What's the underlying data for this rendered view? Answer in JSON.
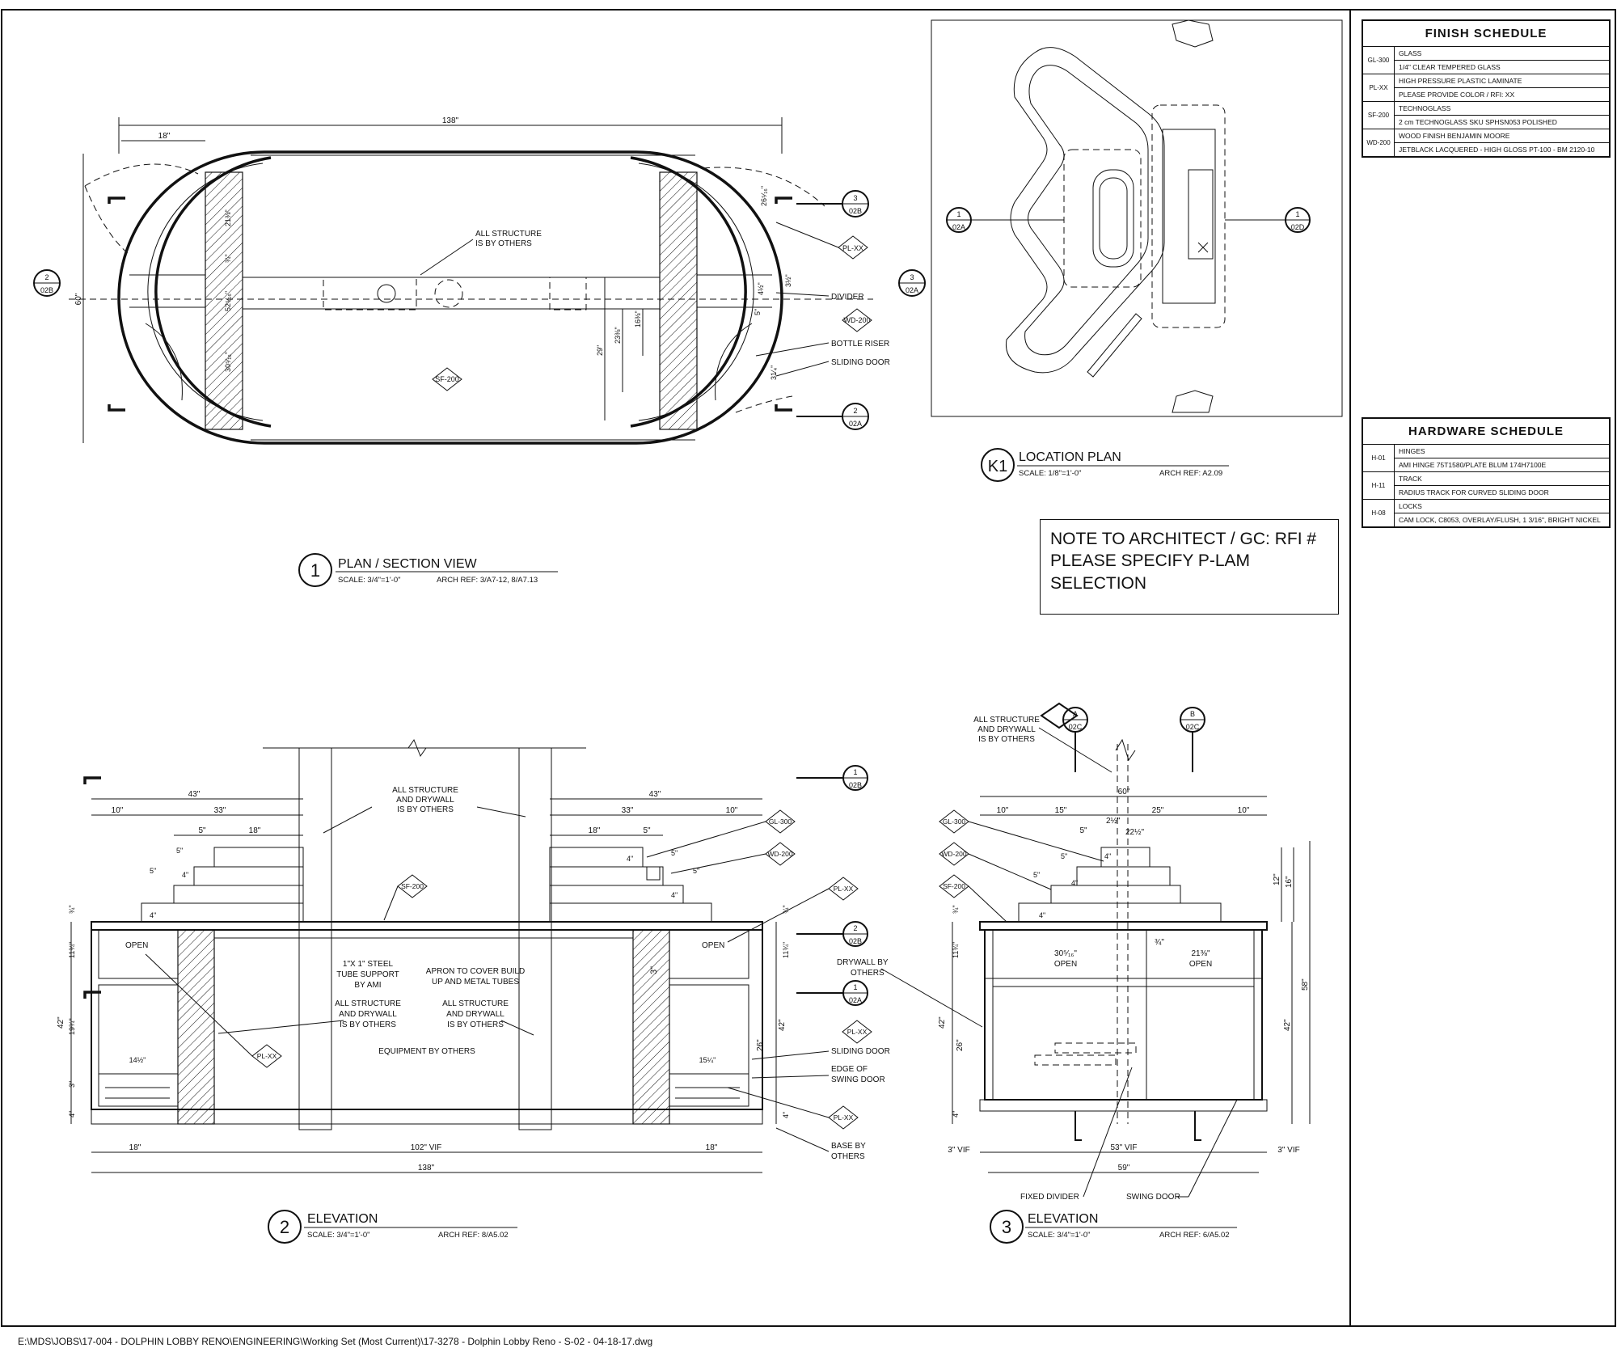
{
  "plan_view": {
    "title": "PLAN / SECTION VIEW",
    "number": "1",
    "scale": "SCALE: 3/4\"=1'-0\"",
    "arch_ref": "ARCH REF: 3/A7-12, 8/A7.13",
    "dims": {
      "overall": "138\"",
      "end": "18\"",
      "depth": "60\"",
      "d1": "21⅜\"",
      "d2": "52⁵⁄₁₆\"",
      "d3": "30⁵⁄₁₆\"",
      "d4": "29\"",
      "d5": "23⅜\"",
      "d6": "16⅜\"",
      "d7": "5\"",
      "d8": "31⁄₄\"",
      "d9": "26⁵⁄₁₆\"",
      "d10": "¾\"",
      "d11": "3½\"",
      "d12": "4½\""
    },
    "notes": {
      "structure": "ALL STRUCTURE",
      "structure2": "IS BY OTHERS",
      "divider": "DIVIDER",
      "riser": "BOTTLE RISER",
      "door": "SLIDING DOOR"
    },
    "tags": {
      "pl": "PL-XX",
      "wd": "WD-200",
      "sf": "SF-200"
    },
    "sections": [
      {
        "num": "2",
        "sheet": "02B"
      },
      {
        "num": "3",
        "sheet": "02B"
      },
      {
        "num": "3",
        "sheet": "02A"
      },
      {
        "num": "2",
        "sheet": "02A"
      }
    ]
  },
  "location_plan": {
    "tag": "K1",
    "title": "LOCATION PLAN",
    "scale": "SCALE: 1/8\"=1'-0\"",
    "arch_ref": "ARCH REF: A2.09",
    "sections": [
      {
        "num": "1",
        "sheet": "02A"
      },
      {
        "num": "1",
        "sheet": "02D"
      }
    ]
  },
  "note": {
    "line1": "NOTE TO ARCHITECT / GC:  RFI #",
    "line2": "PLEASE SPECIFY P-LAM SELECTION"
  },
  "elevation2": {
    "title": "ELEVATION",
    "number": "2",
    "scale": "SCALE: 3/4\"=1'-0\"",
    "arch_ref": "ARCH REF: 8/A5.02",
    "dims": {
      "overall": "138\"",
      "mid": "102\" VIF",
      "end": "18\"",
      "w43": "43\"",
      "w33": "33\"",
      "w10": "10\"",
      "w18": "18\"",
      "w5": "5\"",
      "h4": "4\"",
      "h42": "42\"",
      "h26": "26\"",
      "h1134": "11¾\"",
      "h1934": "19¾\"",
      "h3": "3\"",
      "s14": "14½\"",
      "s15": "15¼\"",
      "t34": "¾\""
    },
    "notes": {
      "structure": "ALL STRUCTURE",
      "structure2": "AND DRYWALL",
      "structure3": "IS BY OTHERS",
      "steel": "1\"X 1\" STEEL",
      "steel2": "TUBE SUPPORT",
      "steel3": "BY AMI",
      "apron": "APRON TO COVER BUILD",
      "apron2": "UP AND METAL TUBES",
      "equipment": "EQUIPMENT BY OTHERS",
      "open": "OPEN",
      "sliding": "SLIDING DOOR",
      "edge": "EDGE OF",
      "edge2": "SWING DOOR",
      "base": "BASE BY",
      "base2": "OTHERS"
    },
    "tags": {
      "gl": "GL-300",
      "wd": "WD-200",
      "sf": "SF-200",
      "pl": "PL-XX"
    },
    "sections": [
      {
        "num": "1",
        "sheet": "02B"
      },
      {
        "num": "2",
        "sheet": "02B"
      },
      {
        "num": "1",
        "sheet": "02A"
      }
    ]
  },
  "elevation3": {
    "title": "ELEVATION",
    "number": "3",
    "scale": "SCALE: 3/4\"=1'-0\"",
    "arch_ref": "ARCH REF: 6/A5.02",
    "dims": {
      "w60": "60\"",
      "w10": "10\"",
      "w15": "15\"",
      "w25": "25\"",
      "w5": "5\"",
      "w2": "2½\"",
      "w22": "22½\"",
      "w53": "53\" VIF",
      "w59": "59\"",
      "vif3": "3\" VIF",
      "h12": "12\"",
      "h16": "16\"",
      "h58": "58\"",
      "h42": "42\"",
      "h26": "26\"",
      "h4": "4\"",
      "h1134": "11¾\"",
      "t34": "¾\"",
      "open1": "30⁵⁄₁₆\"",
      "open2": "21⅜\""
    },
    "notes": {
      "structure": "ALL STRUCTURE",
      "structure2": "AND DRYWALL",
      "structure3": "IS BY OTHERS",
      "drywall": "DRYWALL BY",
      "drywall2": "OTHERS",
      "open": "OPEN",
      "divider": "FIXED DIVIDER",
      "swing": "SWING DOOR"
    },
    "tags": {
      "gl": "GL-300",
      "wd": "WD-200",
      "sf": "SF-200"
    },
    "sections": [
      {
        "num": "A",
        "sheet": "02C"
      },
      {
        "num": "B",
        "sheet": "02C"
      }
    ]
  },
  "finish_schedule": {
    "title": "FINISH SCHEDULE",
    "rows": [
      {
        "code": "GL-300",
        "name": "GLASS",
        "desc": "1/4\" CLEAR TEMPERED GLASS"
      },
      {
        "code": "PL-XX",
        "name": "HIGH PRESSURE PLASTIC LAMINATE",
        "desc": "PLEASE PROVIDE COLOR / RFI: XX"
      },
      {
        "code": "SF-200",
        "name": "TECHNOGLASS",
        "desc": "2 cm TECHNOGLASS SKU SPHSN053 POLISHED"
      },
      {
        "code": "WD-200",
        "name": "WOOD FINISH BENJAMIN MOORE",
        "desc": "JETBLACK LACQUERED - HIGH GLOSS PT-100 - BM 2120-10"
      }
    ]
  },
  "hardware_schedule": {
    "title": "HARDWARE SCHEDULE",
    "rows": [
      {
        "code": "H-01",
        "name": "HINGES",
        "desc": "AMI HINGE 75T1580/PLATE BLUM 174H7100E"
      },
      {
        "code": "H-11",
        "name": "TRACK",
        "desc": "RADIUS TRACK FOR CURVED SLIDING DOOR"
      },
      {
        "code": "H-08",
        "name": "LOCKS",
        "desc": "CAM LOCK, C8053, OVERLAY/FLUSH, 1 3/16\", BRIGHT NICKEL"
      }
    ]
  },
  "file_path": "E:\\MDS\\JOBS\\17-004 - DOLPHIN LOBBY RENO\\ENGINEERING\\Working Set (Most Current)\\17-3278 - Dolphin Lobby Reno - S-02 - 04-18-17.dwg"
}
